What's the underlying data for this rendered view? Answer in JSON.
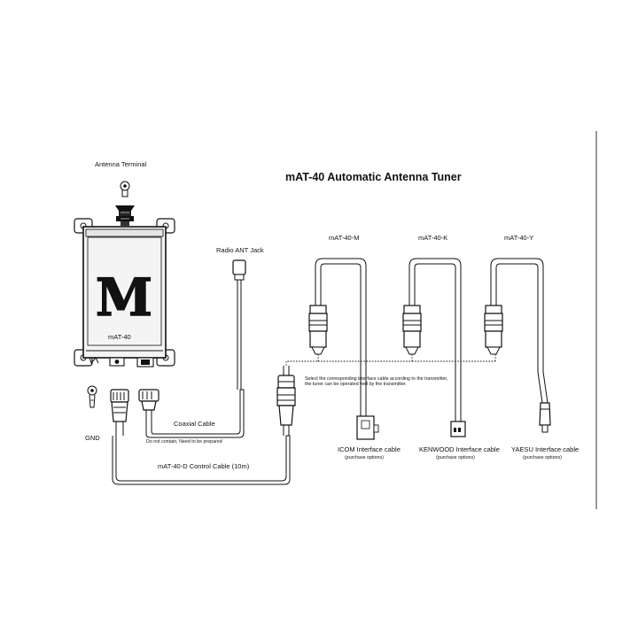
{
  "title": "mAT-40  Automatic Antenna Tuner",
  "device": {
    "model_label": "mAT-40",
    "logo_letter": "M"
  },
  "labels": {
    "antenna_terminal": "Antenna Terminal",
    "radio_ant_jack": "Radio ANT Jack",
    "gnd": "GND",
    "coaxial_cable": "Coaxial Cable",
    "coaxial_note": "Do not contain, Need to be prepared",
    "control_cable": "mAT-40-D  Control Cable  (10m)"
  },
  "interface_variants": [
    "mAT-40-M",
    "mAT-40-K",
    "mAT-40-Y"
  ],
  "selection_note": {
    "line1": "Select the corresponding interface cable according to the transmitter,",
    "line2": "the tuner can be operated well by the transmitter."
  },
  "interface_cables": [
    {
      "name": "ICOM Interface cable",
      "note": "(purchase options)"
    },
    {
      "name": "KENWOOD Interface cable",
      "note": "(purchase options)"
    },
    {
      "name": "YAESU Interface cable",
      "note": "(purchase options)"
    }
  ],
  "colors": {
    "line": "#111111",
    "device_fill": "#f4f4f4",
    "logo_fill": "#d4d0c6",
    "background": "#ffffff"
  }
}
